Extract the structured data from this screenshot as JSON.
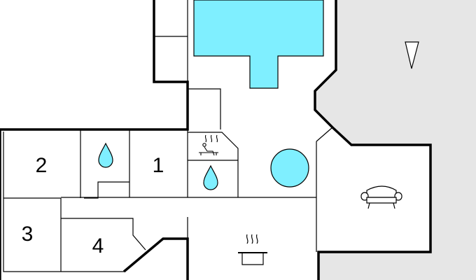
{
  "rooms": {
    "bedroom_1": {
      "number": "1"
    },
    "bedroom_2": {
      "number": "2"
    },
    "bedroom_3": {
      "number": "3"
    },
    "bedroom_4": {
      "number": "4"
    }
  },
  "icons": {
    "north": "north-arrow-icon",
    "sauna": "sauna-icon",
    "bathroom_1": "water-drop-icon",
    "bathroom_2": "water-drop-icon",
    "whirlpool": "whirlpool-icon",
    "living": "sofa-icon",
    "kitchen": "cooking-pot-icon"
  },
  "colors": {
    "pool": "#7fefff",
    "terrace": "#e6e6e6",
    "wall": "#000000",
    "floor": "#ffffff"
  }
}
